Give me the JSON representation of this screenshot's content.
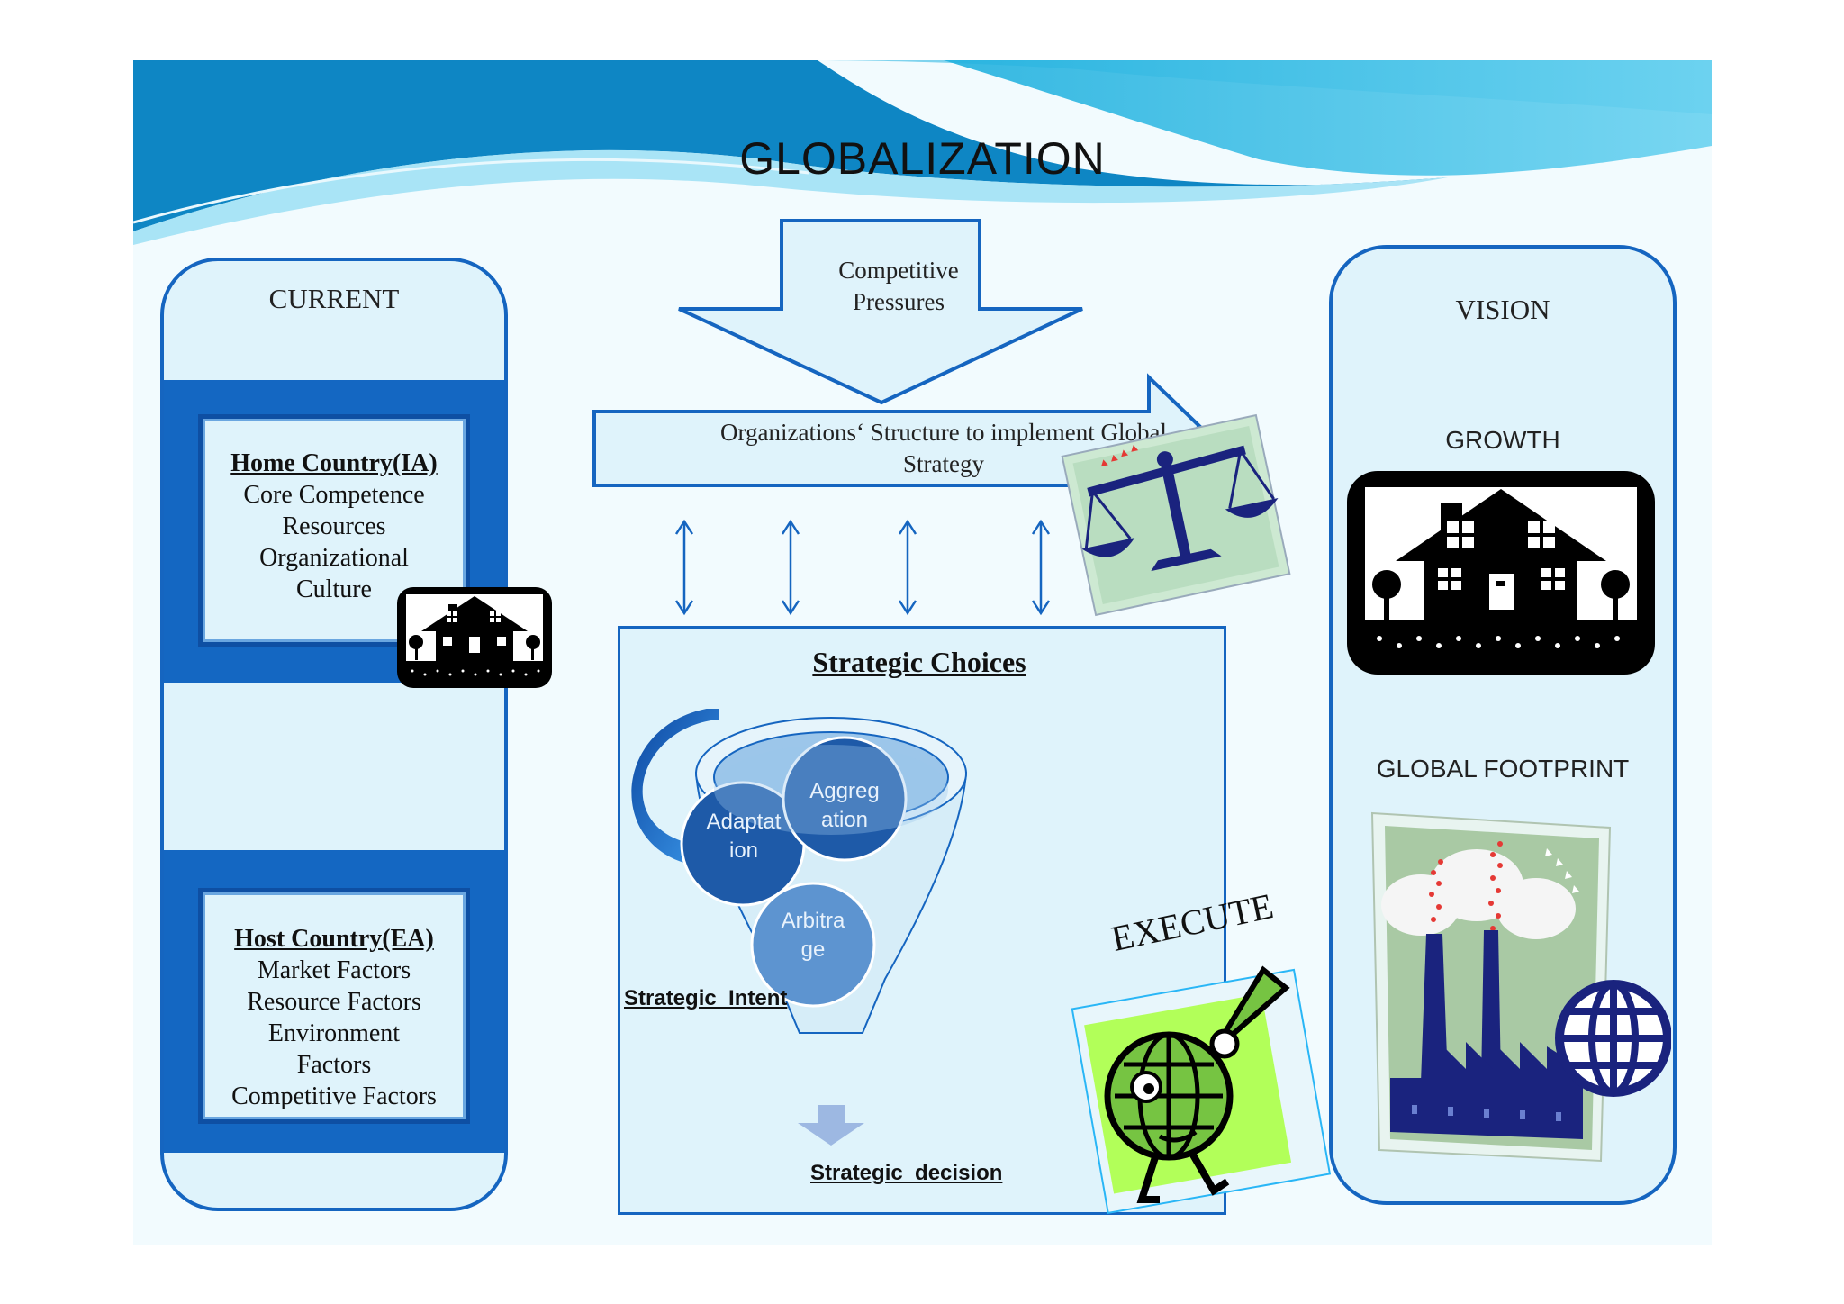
{
  "title": "GLOBALIZATION",
  "current": {
    "title": "CURRENT",
    "home": {
      "heading": "Home Country(IA)",
      "lines": [
        "Core Competence",
        "Resources",
        "Organizational",
        "Culture"
      ]
    },
    "host": {
      "heading": "Host Country(EA)",
      "lines": [
        "Market Factors",
        "Resource Factors",
        "Environment",
        "Factors",
        "Competitive Factors"
      ]
    }
  },
  "competitive": {
    "line1": "Competitive",
    "line2": "Pressures"
  },
  "structure": {
    "line1": "Organizations‘ Structure to implement Global",
    "line2": "Strategy"
  },
  "strategic": {
    "title": "Strategic Choices",
    "circles": {
      "adaptation": [
        "Adaptat",
        "ion"
      ],
      "aggregation": [
        "Aggreg",
        "ation"
      ],
      "arbitrage": [
        "Arbitra",
        "ge"
      ]
    },
    "intent": "Strategic  Intent",
    "decision": "Strategic  decision"
  },
  "execute": "EXECUTE",
  "vision": {
    "title": "VISION",
    "growth": "GROWTH",
    "footprint": "GLOBAL FOOTPRINT"
  },
  "colors": {
    "accent": "#1565c0",
    "panel_fill": "#dff3fb",
    "dark_navy": "#1a237e",
    "funnel_blue": "#1e5aa8"
  }
}
